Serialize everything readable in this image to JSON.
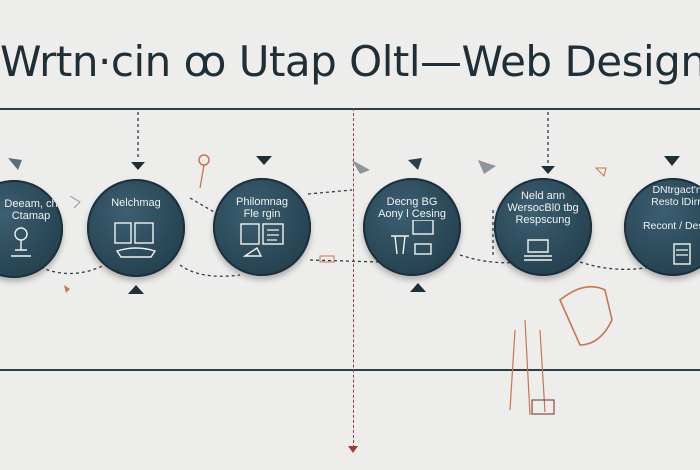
{
  "title": "Wrtn·cin ꝏ Utap Oltl—Web Design",
  "colors": {
    "node": "#294756",
    "ink": "#1f2f38",
    "accent": "#8a4a44",
    "sketch": "#c9764f"
  },
  "nodes": [
    {
      "label": "Deeam, ch\nCtamap",
      "icon": "tree-icon"
    },
    {
      "label": "Nelchmag",
      "icon": "document-cards-icon"
    },
    {
      "label": "Philomnag\nFle rgin",
      "icon": "wireframe-icon"
    },
    {
      "label": "Decng BG\nAony l Cesing",
      "icon": "monitor-icon"
    },
    {
      "label": "Neld ann\nWersocBl0 tbg\nRespscung",
      "icon": "stack-icon"
    },
    {
      "label": "DNtrgact'ng\nResto lDirng\n\nRecont / Desigs",
      "icon": "devices-icon"
    }
  ]
}
